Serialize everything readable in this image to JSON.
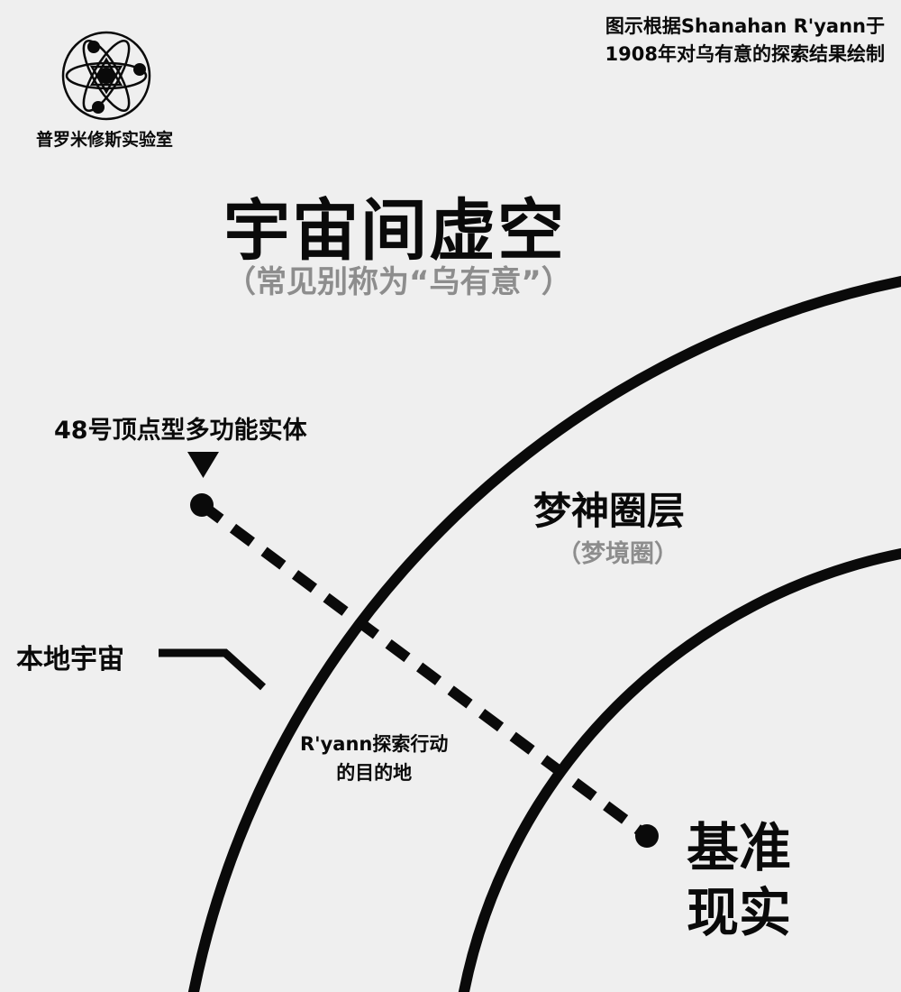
{
  "credit": {
    "line1": "图示根据Shanahan R'yann于",
    "line2": "1908年对乌有意的探索结果绘制"
  },
  "logo": {
    "icon": "atom-icon",
    "name": "普罗米修斯实验室"
  },
  "title": "宇宙间虚空",
  "subtitle": "（常见别称为“乌有意”）",
  "labels": {
    "entity": "48号顶点型多功能实体",
    "dream_layer": "梦神圈层",
    "dream_layer_alias": "（梦境圈）",
    "local_universe": "本地宇宙",
    "destination_line1": "R'yann探索行动",
    "destination_line2": "的目的地",
    "baseline_line1": "基准",
    "baseline_line2": "现实"
  },
  "colors": {
    "background": "#efefef",
    "ink": "#0a0a0a",
    "muted_text": "#8d8d8d"
  }
}
